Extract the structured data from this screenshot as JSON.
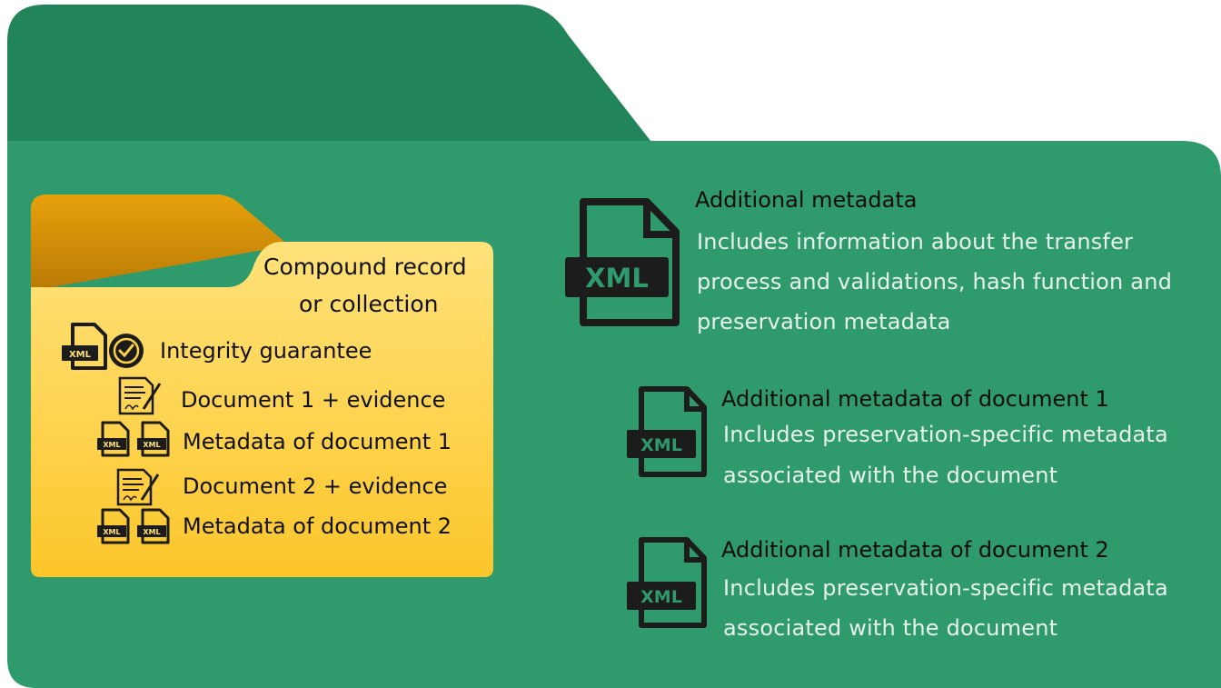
{
  "colors": {
    "outer_folder_tab": "#22855a",
    "outer_folder_body": "#2f9a6c",
    "inner_folder_tab": "#c98a0a",
    "inner_folder_body": "#fdd046",
    "icon_dark": "#1c1c1c",
    "heading_text": "#0d0d0d",
    "description_text": "#e8f2ec"
  },
  "record": {
    "title_line1": "Compound record",
    "title_line2": "or collection",
    "items": [
      {
        "label": "Integrity guarantee",
        "icons": [
          "xml-file-icon",
          "verified-badge-icon"
        ]
      },
      {
        "label": "Document 1 + evidence",
        "icons": [
          "signed-document-icon"
        ]
      },
      {
        "label": "Metadata of document 1",
        "icons": [
          "xml-file-icon",
          "xml-file-icon"
        ]
      },
      {
        "label": "Document 2 + evidence",
        "icons": [
          "signed-document-icon"
        ]
      },
      {
        "label": "Metadata of document 2",
        "icons": [
          "xml-file-icon",
          "xml-file-icon"
        ]
      }
    ],
    "xml_badge": "XML"
  },
  "metadata_blocks": [
    {
      "icon": "xml-file-icon",
      "badge": "XML",
      "title": "Additional metadata",
      "lines": [
        "Includes information about the transfer",
        "process and validations, hash function and",
        "preservation metadata"
      ]
    },
    {
      "icon": "xml-file-icon",
      "badge": "XML",
      "title": "Additional metadata of document 1",
      "lines": [
        "Includes preservation-specific metadata",
        "associated with the document"
      ]
    },
    {
      "icon": "xml-file-icon",
      "badge": "XML",
      "title": "Additional metadata of document 2",
      "lines": [
        "Includes preservation-specific metadata",
        "associated with the document"
      ]
    }
  ]
}
